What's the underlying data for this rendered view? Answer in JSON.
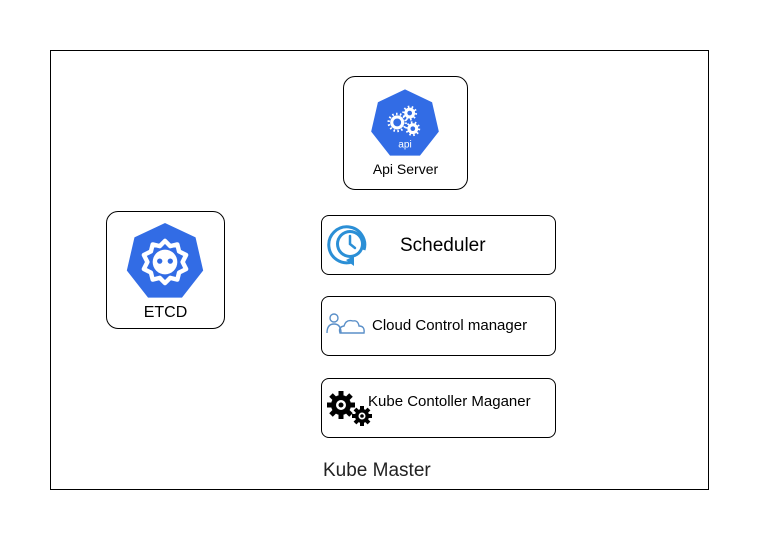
{
  "diagram": {
    "container_label": "Kube Master",
    "nodes": {
      "api_server": {
        "label": "Api Server",
        "icon": "kubernetes-api-icon",
        "icon_text": "api"
      },
      "etcd": {
        "label": "ETCD",
        "icon": "kubernetes-etcd-icon"
      },
      "scheduler": {
        "label": "Scheduler",
        "icon": "clock-icon"
      },
      "cloud_control": {
        "label": "Cloud Control manager",
        "icon": "cloud-user-icon"
      },
      "kube_controller": {
        "label": "Kube Contoller Maganer",
        "icon": "gears-icon"
      }
    },
    "colors": {
      "k8s_blue": "#326CE5",
      "border": "#000000",
      "background": "#FFFFFF"
    }
  }
}
